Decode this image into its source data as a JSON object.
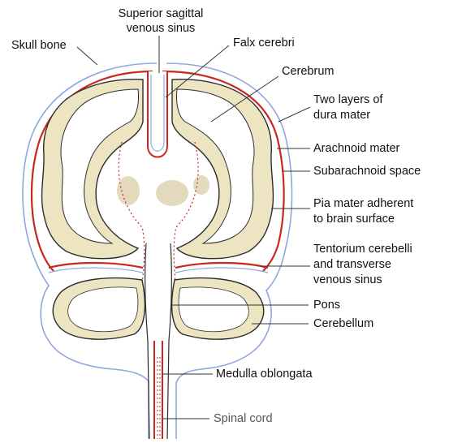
{
  "diagram": {
    "labels": {
      "skull_bone": "Skull bone",
      "superior_sagittal_line1": "Superior sagittal",
      "superior_sagittal_line2": "venous sinus",
      "falx_cerebri": "Falx cerebri",
      "cerebrum": "Cerebrum",
      "dura_line1": "Two layers of",
      "dura_line2": "dura mater",
      "arachnoid": "Arachnoid mater",
      "subarachnoid": "Subarachnoid space",
      "pia_line1": "Pia mater adherent",
      "pia_line2": "to brain surface",
      "tentorium_line1": "Tentorium cerebelli",
      "tentorium_line2": "and transverse",
      "tentorium_line3": "venous sinus",
      "pons": "Pons",
      "cerebellum": "Cerebellum",
      "medulla": "Medulla oblongata",
      "spinal_cord": "Spinal cord"
    },
    "colors": {
      "skull_line": "#8fa6e0",
      "dura_red": "#c8281e",
      "cortex_fill": "#ede5c2",
      "cortex_edge": "#2c2c2c",
      "white_matter": "#ffffff",
      "ventricle_fill": "#e3dabd",
      "leader": "#333333"
    }
  }
}
